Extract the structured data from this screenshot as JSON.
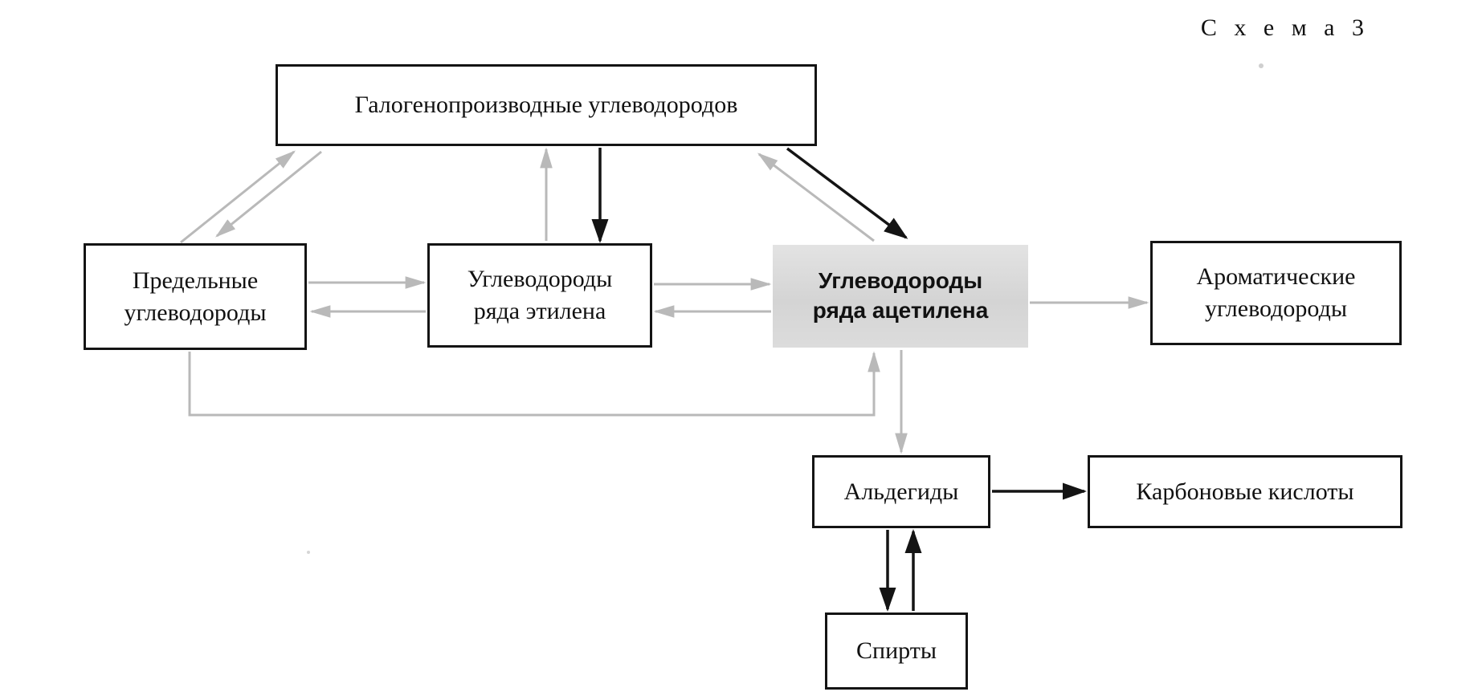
{
  "scheme_label": "С х е м а 3",
  "nodes": {
    "halogen_derivatives": "Галогенопроизводные  углеводородов",
    "saturated_hydrocarbons": "Предельные\nуглеводороды",
    "ethylene_series": "Углеводороды\nряда  этилена",
    "acetylene_series": "Углеводороды\nряда  ацетилена",
    "aromatic_hydrocarbons": "Ароматические\nуглеводороды",
    "aldehydes": "Альдегиды",
    "carboxylic_acids": "Карбоновые  кислоты",
    "alcohols": "Спирты"
  },
  "colors": {
    "dark_arrow": "#141414",
    "light_arrow": "#b9b9b9",
    "box_border": "#141414",
    "shaded_fill": "#d8d8d8"
  }
}
